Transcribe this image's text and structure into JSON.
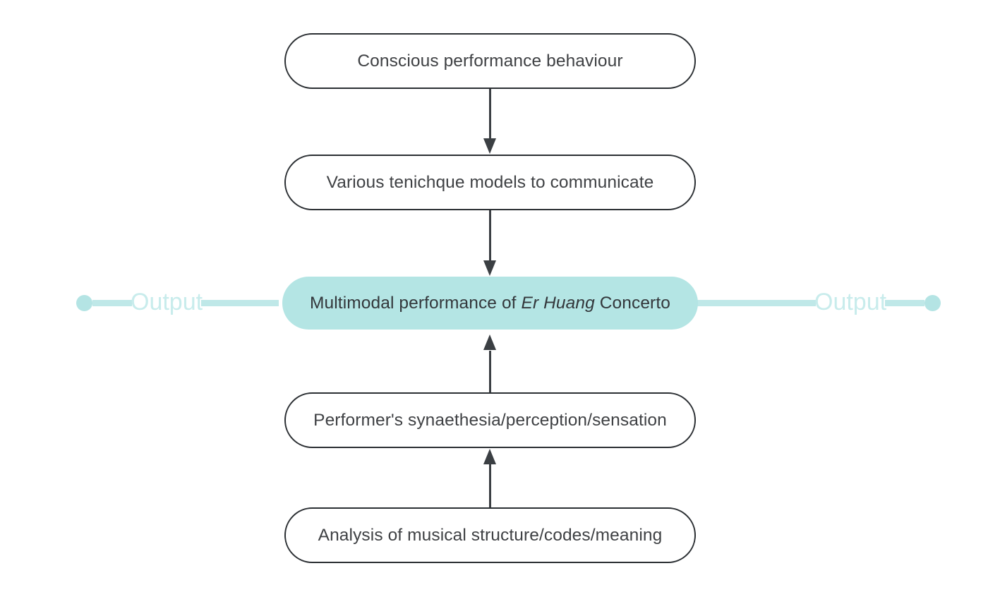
{
  "diagram": {
    "title": "Multimodal performance flow diagram",
    "colors": {
      "box_border": "#2b2f33",
      "box_fill": "#ffffff",
      "box_text": "#3f4144",
      "highlight_fill": "#b4e5e4",
      "branch_line": "#bfe8e8",
      "branch_dot": "#b4e4e4",
      "branch_text": "#c8ecec",
      "arrow": "#3b3f43",
      "background": "#ffffff"
    },
    "nodes": [
      {
        "id": "node-1",
        "label": "Conscious performance behaviour"
      },
      {
        "id": "node-2",
        "label": "Various tenichque models to communicate"
      },
      {
        "id": "node-center",
        "label_before": "Multimodal performance of",
        "label_emphasis": "Er Huang",
        "label_after": "Concerto",
        "highlighted": true
      },
      {
        "id": "node-4",
        "label": "Performer's synaethesia/perception/sensation"
      },
      {
        "id": "node-5",
        "label": "Analysis of musical structure/codes/meaning"
      }
    ],
    "branches": {
      "left": {
        "label": "Output"
      },
      "right": {
        "label": "Output"
      }
    },
    "arrows": [
      {
        "id": "arrow-1",
        "from": "node-1",
        "to": "node-2",
        "direction": "down"
      },
      {
        "id": "arrow-2",
        "from": "node-2",
        "to": "node-center",
        "direction": "down"
      },
      {
        "id": "arrow-3",
        "from": "node-4",
        "to": "node-center",
        "direction": "up"
      },
      {
        "id": "arrow-4",
        "from": "node-5",
        "to": "node-4",
        "direction": "up"
      }
    ]
  }
}
